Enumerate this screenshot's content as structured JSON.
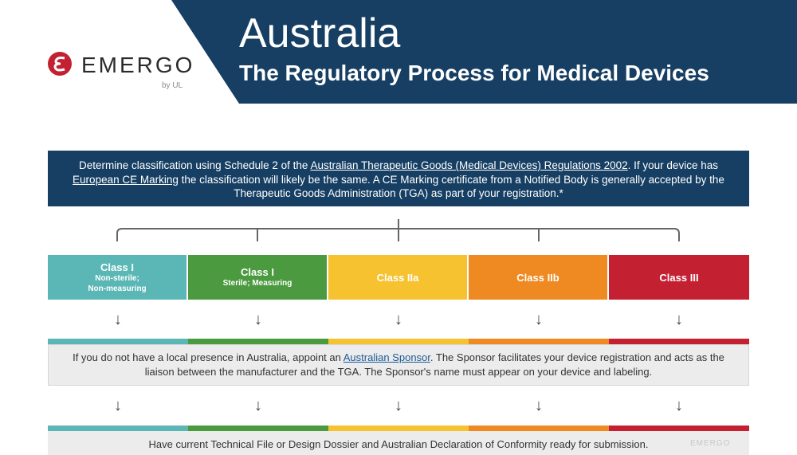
{
  "header": {
    "logo_text": "EMERGO",
    "logo_sub": "by UL",
    "title": "Australia",
    "subtitle": "The Regulatory Process for Medical Devices"
  },
  "classification": {
    "text_1": "Determine classification using Schedule 2 of the ",
    "link_1": "Australian Therapeutic Goods (Medical Devices) Regulations 2002",
    "text_2": ". If your device has ",
    "link_2": "European CE Marking",
    "text_3": " the classification will likely be the same. A CE Marking certificate from a Notified Body is generally accepted by the Therapeutic Goods Administration (TGA) as part of your registration.*"
  },
  "classes": [
    {
      "name": "Class I",
      "note_1": "Non-sterile;",
      "note_2": "Non-measuring",
      "color": "#5bb7b5"
    },
    {
      "name": "Class I",
      "note_1": "Sterile; Measuring",
      "note_2": "",
      "color": "#4c9a3f"
    },
    {
      "name": "Class IIa",
      "note_1": "",
      "note_2": "",
      "color": "#f6c22f"
    },
    {
      "name": "Class IIb",
      "note_1": "",
      "note_2": "",
      "color": "#ef8a22"
    },
    {
      "name": "Class III",
      "note_1": "",
      "note_2": "",
      "color": "#c32032"
    }
  ],
  "sponsor": {
    "text_1": "If you do not have a local presence in Australia, appoint an ",
    "link": "Australian Sponsor",
    "text_2": ". The Sponsor facilitates your device registration and acts as the liaison between the manufacturer and the TGA. The Sponsor's name must appear on your device and labeling."
  },
  "technical_file": {
    "text": "Have current Technical File or Design Dossier and Australian Declaration of Conformity ready for submission."
  },
  "watermark": "EMERGO",
  "arrow_glyph": "↓"
}
